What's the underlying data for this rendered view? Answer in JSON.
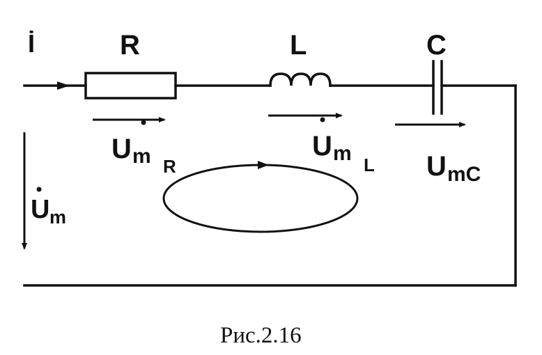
{
  "labels": {
    "current": "İ",
    "resistor": "R",
    "inductor": "L",
    "capacitor": "C",
    "source_voltage_main": "U",
    "source_voltage_sub": "m",
    "u_r_main": "U",
    "u_r_sub": "m",
    "u_r_subsub": "R",
    "u_l_main": "U",
    "u_l_sub": "m",
    "u_l_subsub": "L",
    "u_c_main": "U",
    "u_c_sub": "mC"
  },
  "caption": "Рис.2.16",
  "colors": {
    "ink": "#111111",
    "background": "#ffffff"
  }
}
